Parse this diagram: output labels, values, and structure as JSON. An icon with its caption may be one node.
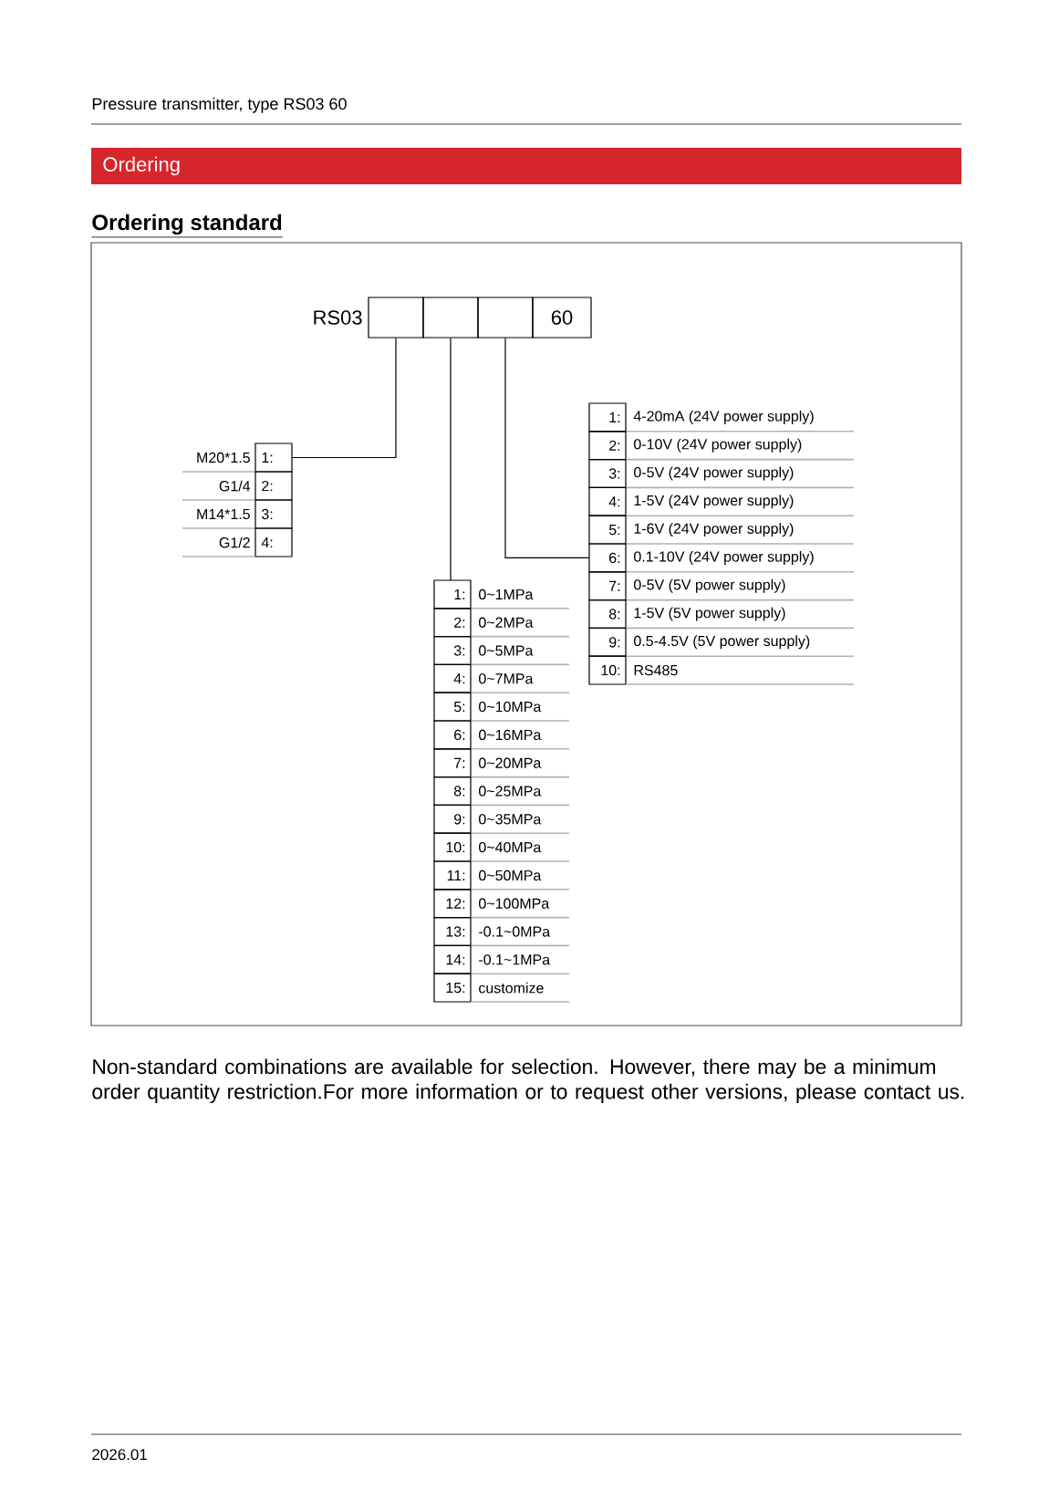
{
  "diagram": {
    "title": "Ordering standard",
    "nodes": [
      {
        "text": [
          "Ordering"
        ]
      },
      {
        "text": [],
        "shape": "box",
        "beside": [
          "RS03"
        ]
      },
      {
        "text": [],
        "shape": "box"
      },
      {
        "text": [],
        "shape": "box"
      },
      {
        "text": [
          "60"
        ]
      },
      {
        "text": [
          "M20*1.5",
          "1:"
        ]
      },
      {
        "text": [
          "G1/4",
          "2:"
        ]
      },
      {
        "text": [
          "M14*1.5",
          "3:"
        ]
      },
      {
        "text": [
          "G1/2",
          "4:"
        ]
      },
      {
        "text": [
          "1:",
          "0~1MPa"
        ]
      },
      {
        "text": [
          "2:",
          "0~2MPa"
        ]
      },
      {
        "text": [
          "3:",
          "0~5MPa"
        ]
      },
      {
        "text": [
          "4:",
          "0~7MPa"
        ]
      },
      {
        "text": [
          "5:",
          "0~10MPa"
        ]
      },
      {
        "text": [
          "6:",
          "0~16MPa"
        ]
      },
      {
        "text": [
          "7:",
          "0~20MPa"
        ]
      },
      {
        "text": [
          "8:",
          "0~25MPa"
        ]
      },
      {
        "text": [
          "9:",
          "0~35MPa"
        ]
      },
      {
        "text": [
          "10:",
          "0~40MPa"
        ]
      },
      {
        "text": [
          "11:",
          "0~50MPa"
        ]
      },
      {
        "text": [
          "12:",
          "0~100MPa"
        ]
      },
      {
        "text": [
          "13:",
          "-0.1~0MPa"
        ]
      },
      {
        "text": [
          "14:",
          "-0.1~1MPa"
        ]
      },
      {
        "text": [
          "15:",
          "customize"
        ]
      },
      {
        "text": [
          "1:",
          "4-20mA (24V power supply)"
        ]
      },
      {
        "text": [
          "2:",
          "0-10V (24V power supply)"
        ]
      },
      {
        "text": [
          "3:",
          "0-5V (24V power supply)"
        ]
      },
      {
        "text": [
          "4:",
          "1-5V (24V power supply)"
        ]
      },
      {
        "text": [
          "5:",
          "1-6V (24V power supply)"
        ]
      },
      {
        "text": [
          "6:",
          "0.1-10V (24V power supply)"
        ]
      },
      {
        "text": [
          "7:",
          "0-5V (5V power supply)"
        ]
      },
      {
        "text": [
          "8:",
          "1-5V (5V power supply)"
        ]
      },
      {
        "text": [
          "9:",
          "0.5-4.5V (5V power supply)"
        ]
      },
      {
        "text": [
          "10:",
          "RS485"
        ]
      }
    ],
    "edges": [
      {
        "from": 1,
        "to": 5,
        "arrow": "none"
      },
      {
        "from": 2,
        "to": 9,
        "arrow": "none"
      },
      {
        "from": 3,
        "to": 29,
        "arrow": "none"
      }
    ],
    "labels": [
      "Pressure transmitter, type RS03 60",
      "Non-standard combinations are available for selection. However, there may be a minimum order quantity restriction.For more information or to request other versions, please contact us.",
      "2026.01"
    ]
  }
}
